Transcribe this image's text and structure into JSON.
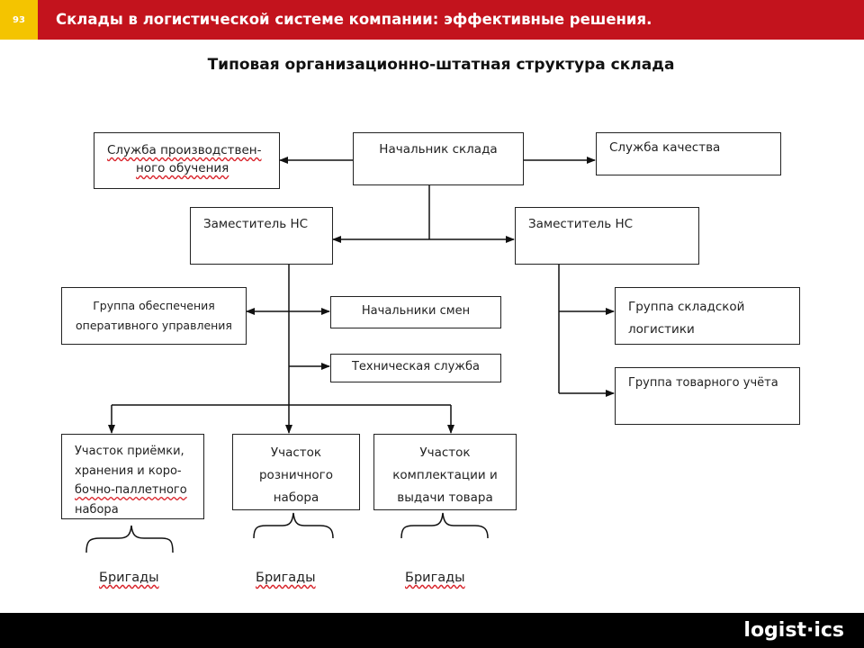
{
  "header": {
    "slide_number": "93",
    "title": "Склады в логистической системе компании: эффективные решения."
  },
  "subtitle": "Типовая организационно-штатная структура склада",
  "nodes": {
    "head": "Начальник склада",
    "training": [
      "Служба производствен-",
      "ного обучения"
    ],
    "quality": "Служба качества",
    "deputy_left": "Заместитель НС",
    "deputy_right": "Заместитель НС",
    "ops_group": [
      "Группа обеспечения",
      "оперативного управления"
    ],
    "shift_heads": "Начальники смен",
    "tech_service": "Техническая служба",
    "warehouse_logistics": [
      "Группа складской",
      "логистики"
    ],
    "goods_accounting": "Группа товарного учёта",
    "receiving_area": [
      "Участок приёмки,",
      "хранения и коро-",
      "бочно-паллетного",
      "набора"
    ],
    "retail_area": [
      "Участок",
      "розничного",
      "набора"
    ],
    "picking_area": [
      "Участок",
      "комплектации и",
      "выдачи товара"
    ]
  },
  "brigades": [
    "Бригады",
    "Бригады",
    "Бригады"
  ],
  "footer": {
    "logo": "logist·ics"
  }
}
